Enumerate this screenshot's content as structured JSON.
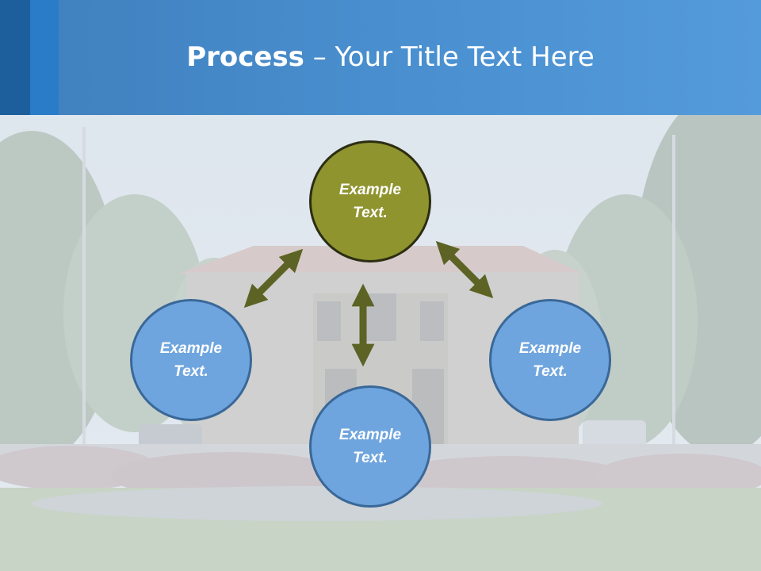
{
  "slide": {
    "title_bold": "Process",
    "title_rest": " – Your Title Text Here"
  },
  "diagram": {
    "center": "Example Text.",
    "left": "Example Text.",
    "bottom": "Example Text.",
    "right": "Example Text."
  },
  "colors": {
    "header": "#4a90d0",
    "center_node": "#8f942f",
    "outer_node": "#6fa5de",
    "arrow": "#5c6324"
  }
}
